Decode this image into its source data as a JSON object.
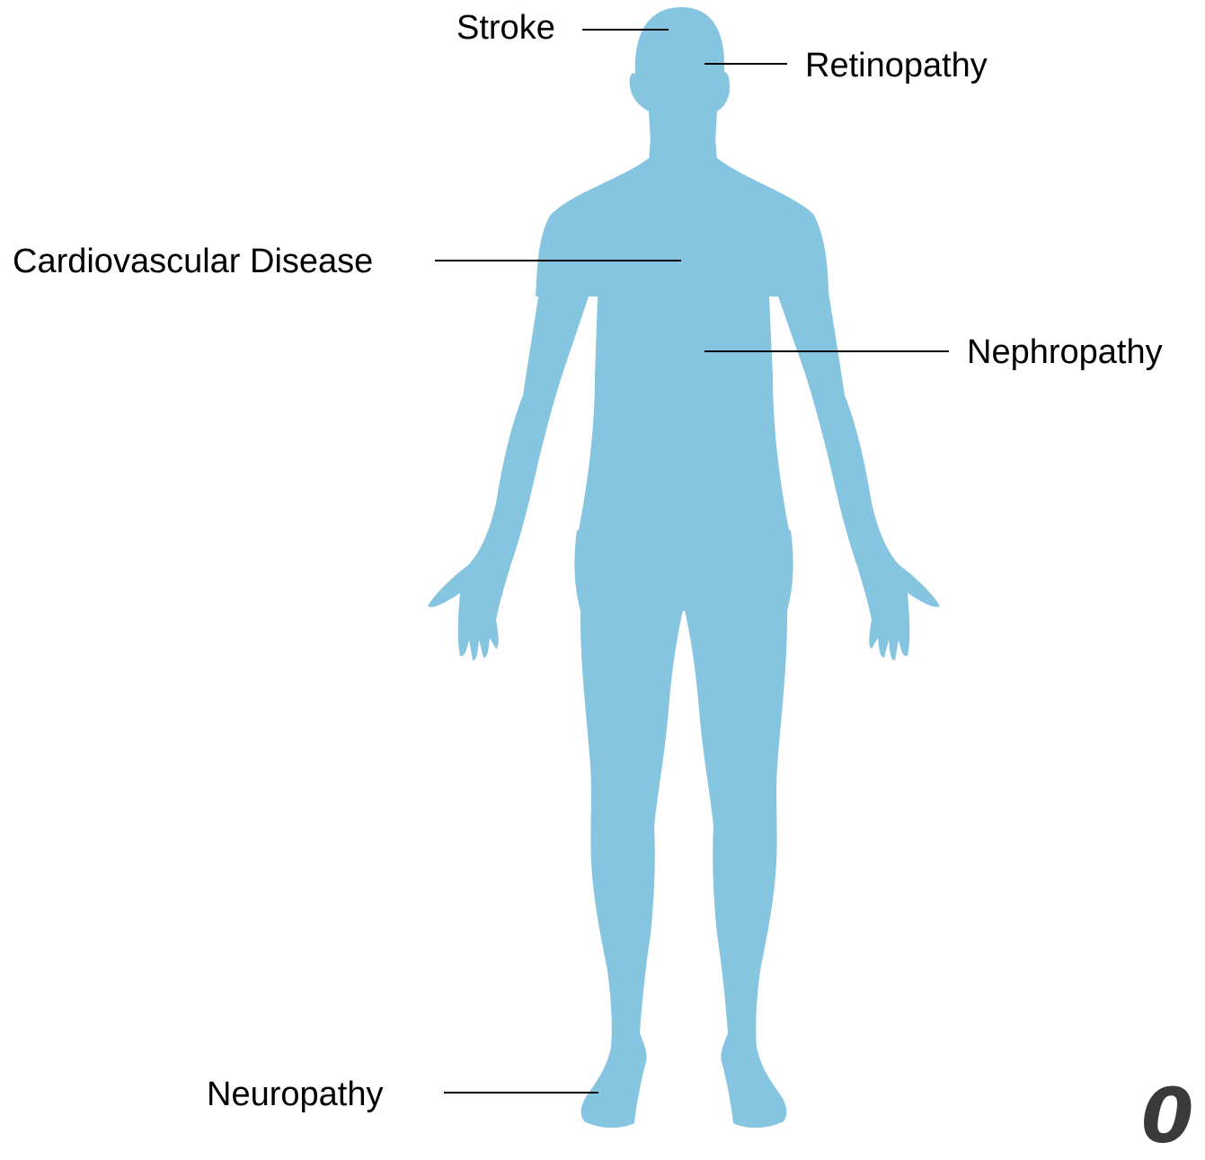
{
  "colors": {
    "body_fill": "#85c5e0",
    "line": "#000000",
    "text": "#000000"
  },
  "labels": {
    "stroke": "Stroke",
    "retinopathy": "Retinopathy",
    "cardiovascular": "Cardiovascular Disease",
    "nephropathy": "Nephropathy",
    "neuropathy": "Neuropathy"
  },
  "logo": {
    "text": "0"
  }
}
